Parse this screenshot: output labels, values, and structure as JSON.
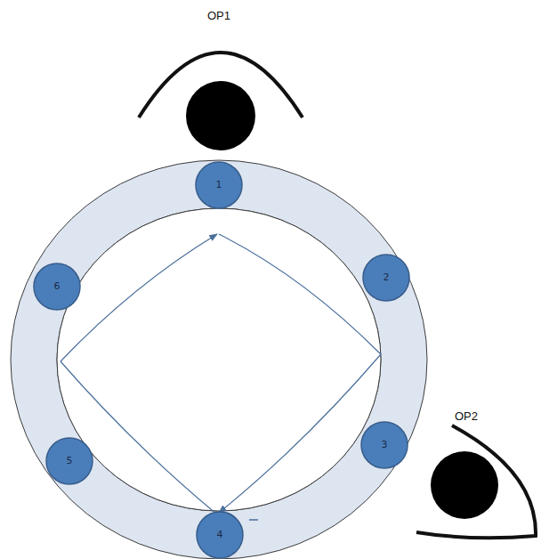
{
  "diagram": {
    "nodes": [
      {
        "text": [
          "1"
        ]
      },
      {
        "text": [
          "2"
        ]
      },
      {
        "text": [
          "3"
        ]
      },
      {
        "text": [
          "4"
        ]
      },
      {
        "text": [
          "5"
        ]
      },
      {
        "text": [
          "6"
        ]
      }
    ],
    "labels": [
      "OP1",
      "OP2"
    ]
  }
}
